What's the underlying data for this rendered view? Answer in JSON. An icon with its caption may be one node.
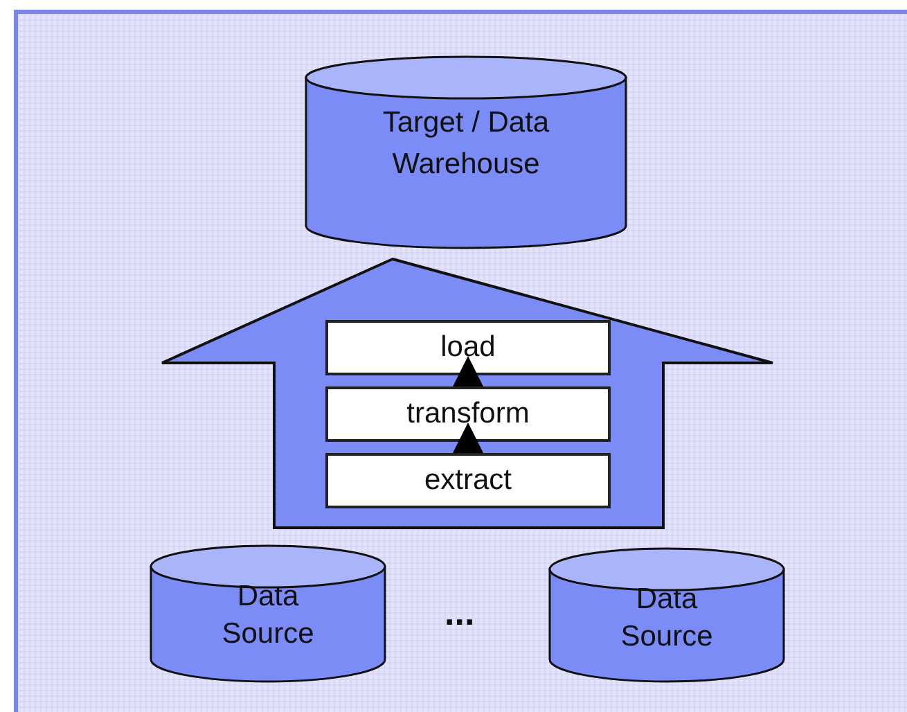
{
  "diagram": {
    "nodes": [
      {
        "text": [
          "Target / Data Warehouse"
        ]
      },
      {
        "text": [],
        "shape": "arrow"
      },
      {
        "text": [
          "load"
        ],
        "in": 1
      },
      {
        "text": [
          "transform"
        ],
        "in": 1
      },
      {
        "text": [
          "extract"
        ],
        "in": 1
      },
      {
        "text": [
          "Data Source"
        ]
      },
      {
        "text": [
          "Data Source"
        ]
      }
    ],
    "edges": [
      {
        "from": 4,
        "to": 3,
        "arrow": "to"
      },
      {
        "from": 3,
        "to": 2,
        "arrow": "to"
      }
    ],
    "labels": [
      "..."
    ]
  }
}
